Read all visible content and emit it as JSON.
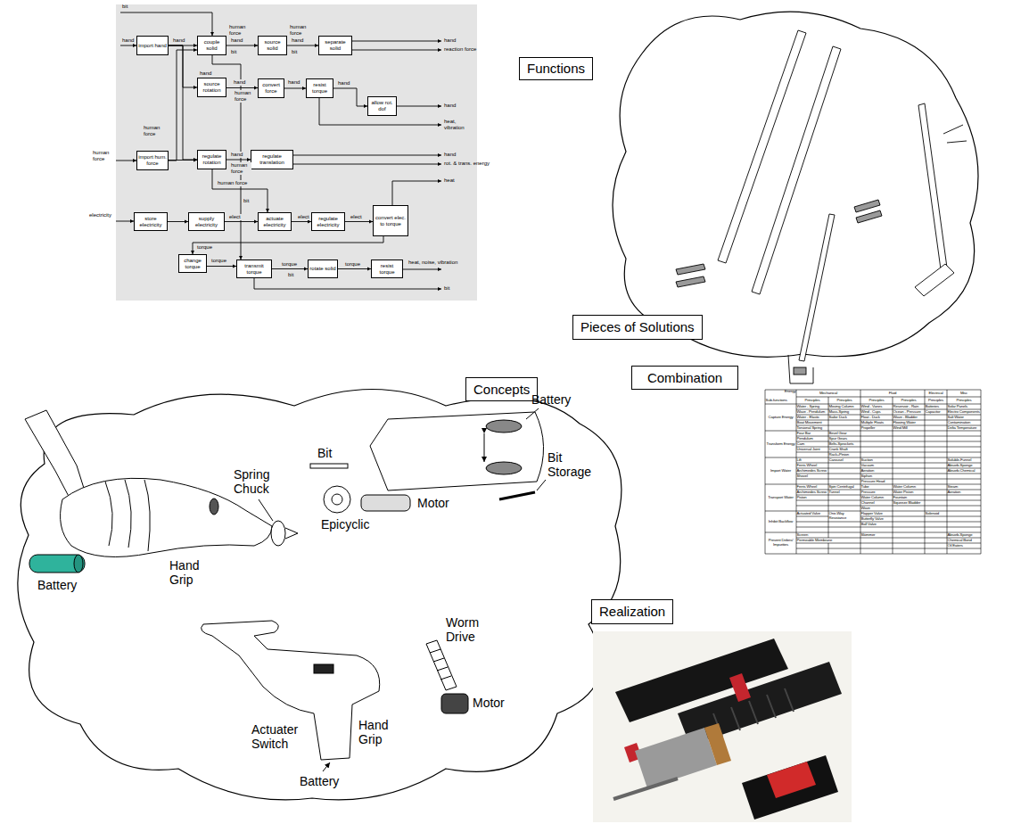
{
  "diagram": {
    "nodes": [
      {
        "text": [
          "import hand"
        ]
      },
      {
        "text": [
          "couple solid"
        ]
      },
      {
        "text": [
          "source solid"
        ]
      },
      {
        "text": [
          "separate solid"
        ]
      },
      {
        "text": [
          "source rotation"
        ]
      },
      {
        "text": [
          "convert force"
        ]
      },
      {
        "text": [
          "resist torque"
        ]
      },
      {
        "text": [
          "allow rot. dof"
        ]
      },
      {
        "text": [
          "import hum. force"
        ]
      },
      {
        "text": [
          "regulate rotation"
        ]
      },
      {
        "text": [
          "regulate translation"
        ]
      },
      {
        "text": [
          "store electricity"
        ]
      },
      {
        "text": [
          "supply electricity"
        ]
      },
      {
        "text": [
          "actuate electricity"
        ]
      },
      {
        "text": [
          "regulate electricity"
        ]
      },
      {
        "text": [
          "convert elec. to torque"
        ]
      },
      {
        "text": [
          "change torque"
        ]
      },
      {
        "text": [
          "transmit torque"
        ]
      },
      {
        "text": [
          "rotate solid"
        ]
      },
      {
        "text": [
          "resist torque"
        ]
      },
      {
        "text": [
          "Functions"
        ]
      },
      {
        "text": [
          "Pieces of Solutions"
        ]
      },
      {
        "text": [
          "Combination"
        ]
      },
      {
        "text": [
          "Concepts"
        ]
      },
      {
        "text": [
          "Realization"
        ]
      }
    ],
    "edges": [
      {
        "from": 0,
        "to": 1,
        "arrow": "to",
        "label": "hand"
      },
      {
        "from": 1,
        "to": 2,
        "arrow": "to",
        "label": "hand"
      },
      {
        "from": 2,
        "to": 3,
        "arrow": "to",
        "label": "hand"
      },
      {
        "from": 0,
        "to": 4,
        "arrow": "to",
        "label": "hand"
      },
      {
        "from": 0,
        "to": 9,
        "arrow": "to"
      },
      {
        "from": 8,
        "to": 1,
        "arrow": "to",
        "label": "human force"
      },
      {
        "from": 8,
        "to": 9,
        "arrow": "to"
      },
      {
        "from": 4,
        "to": 5,
        "arrow": "to",
        "label": "hand"
      },
      {
        "from": 5,
        "to": 6,
        "arrow": "to",
        "label": "hand"
      },
      {
        "from": 6,
        "to": 7,
        "arrow": "to",
        "label": "hand"
      },
      {
        "from": 9,
        "to": 10,
        "arrow": "to",
        "label": "hand"
      },
      {
        "from": 9,
        "to": 13,
        "arrow": "to",
        "label": "human force"
      },
      {
        "from": 11,
        "to": 12,
        "arrow": "to"
      },
      {
        "from": 12,
        "to": 13,
        "arrow": "to",
        "label": "elect"
      },
      {
        "from": 13,
        "to": 14,
        "arrow": "to",
        "label": "elect"
      },
      {
        "from": 14,
        "to": 15,
        "arrow": "to",
        "label": "elect"
      },
      {
        "from": 15,
        "to": 16,
        "arrow": "to",
        "label": "torque"
      },
      {
        "from": 16,
        "to": 17,
        "arrow": "to",
        "label": "torque"
      },
      {
        "from": 17,
        "to": 18,
        "arrow": "to",
        "label": "torque"
      },
      {
        "from": 18,
        "to": 19,
        "arrow": "to",
        "label": "torque"
      },
      {
        "from": 1,
        "to": 17,
        "arrow": "to",
        "label": "bit"
      }
    ],
    "labels": [
      "bit",
      "hand",
      "human force",
      "electricity",
      "hand",
      "reaction force",
      "hand",
      "heat, vibration",
      "hand",
      "rot. & trans. energy",
      "heat",
      "heat, noise, vibration",
      "bit",
      "human force",
      "bit",
      "human force",
      "bit",
      "human force",
      "human force",
      "bit",
      "Spring Chuck",
      "Hand Grip",
      "Battery",
      "Bit",
      "Battery",
      "Motor",
      "Epicyclic",
      "Bit Storage",
      "Worm Drive",
      "Motor",
      "Actuater Switch",
      "Hand Grip",
      "Battery",
      "Energy",
      "Mechanical",
      "Fluid",
      "Electrical",
      "Misc",
      "Sub-functions",
      "Principles",
      "Principles",
      "Principles",
      "Principles",
      "Principles",
      "Principles",
      "Capture Energy",
      "Water - Spring",
      "Moving Column",
      "Wind - Vanes",
      "Reservoir - Rain",
      "Batteries",
      "Solar Panels",
      "Wave - Pendulum",
      "Mass-Spring",
      "Wind - Cups",
      "Ocean - Pressure",
      "Capacitor",
      "Electro Components",
      "Water - Elastic",
      "Sailor Duck",
      "Float - Duck",
      "Wave - Bladder",
      "Salt Water",
      "Boat Movement",
      "Multiple Floats",
      "Flowing Water",
      "Contamination",
      "Torsional Spring",
      "Propeller",
      "Wind Mill",
      "Delta Temperature",
      "Transform Energy",
      "Four Bar",
      "Bevel Gear",
      "Pendulum",
      "Spur Gears",
      "Cam",
      "Belts-Sprockets",
      "Universal Joint",
      "Crank Shaft",
      "Rack+Pinion",
      "Import Water",
      "Lift",
      "Carousel",
      "Suction",
      "Soluble-Funnel",
      "Ferris Wheel",
      "Vacuum",
      "Absorb-Sponge",
      "Archimedes Screw",
      "Aeration",
      "Absorb-Chemical",
      "Shovel",
      "Siphon",
      "Pressure Head",
      "Transport Water",
      "Ferris Wheel",
      "Spin Centrifugal",
      "Tube",
      "Water Column",
      "Steam",
      "Archimedes Screw",
      "Tunnel",
      "Pressure",
      "Water Piston",
      "Aeration",
      "Piston",
      "Water Column",
      "Fountain",
      "Channel",
      "Squeeze Bladder",
      "Wave",
      "Inhibit Backflow",
      "Actuated Valve",
      "One-Way Resistance",
      "Flapper Valve",
      "Solenoid",
      "Butterfly Valve",
      "Ball Valve",
      "Prevent Debris/ Impurities",
      "Screen",
      "Skimmer",
      "Absorb-Sponge",
      "Permeable Membrane",
      "Chemical Bond",
      "Oil Eaters"
    ]
  }
}
